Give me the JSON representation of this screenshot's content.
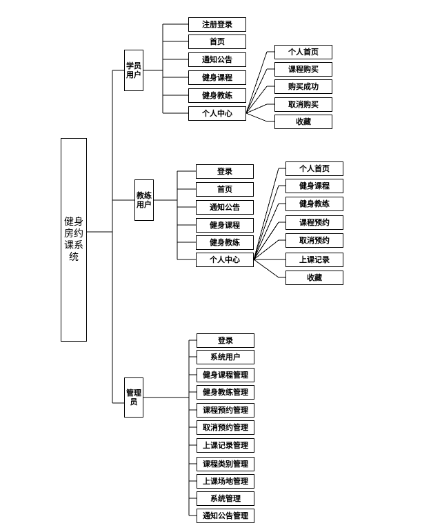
{
  "root": {
    "label": "健身房约课系统"
  },
  "groups": {
    "student": {
      "label": "学员用户",
      "items": [
        "注册登录",
        "首页",
        "通知公告",
        "健身课程",
        "健身教练",
        "个人中心"
      ],
      "sub": [
        "个人首页",
        "课程购买",
        "购买成功",
        "取消购买",
        "收藏"
      ]
    },
    "coach": {
      "label": "教练用户",
      "items": [
        "登录",
        "首页",
        "通知公告",
        "健身课程",
        "健身教练",
        "个人中心"
      ],
      "sub": [
        "个人首页",
        "健身课程",
        "健身教练",
        "课程预约",
        "取消预约",
        "上课记录",
        "收藏"
      ]
    },
    "admin": {
      "label": "管理员",
      "items": [
        "登录",
        "系统用户",
        "健身课程管理",
        "健身教练管理",
        "课程预约管理",
        "取消预约管理",
        "上课记录管理",
        "课程类别管理",
        "上课场地管理",
        "系统管理",
        "通知公告管理"
      ]
    }
  }
}
